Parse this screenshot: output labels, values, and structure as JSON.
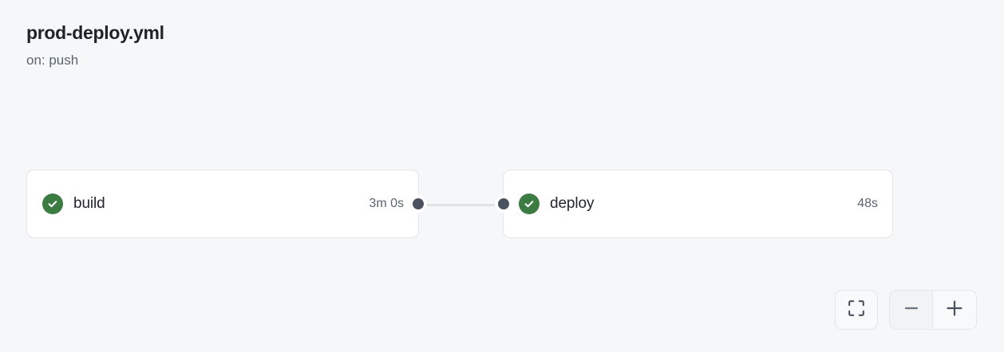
{
  "header": {
    "title": "prod-deploy.yml",
    "trigger": "on: push"
  },
  "graph": {
    "nodes": [
      {
        "id": "build",
        "label": "build",
        "duration": "3m 0s",
        "status": "success",
        "status_icon": "check-circle-icon",
        "status_color": "#3c7c42"
      },
      {
        "id": "deploy",
        "label": "deploy",
        "duration": "48s",
        "status": "success",
        "status_icon": "check-circle-icon",
        "status_color": "#3c7c42"
      }
    ],
    "edges": [
      {
        "from": "build",
        "to": "deploy"
      }
    ]
  },
  "controls": {
    "fit_view": {
      "icon": "fit-view-icon",
      "label": "Fit view"
    },
    "zoom_out": {
      "icon": "minus-icon",
      "label": "Zoom out"
    },
    "zoom_in": {
      "icon": "plus-icon",
      "label": "Zoom in"
    }
  },
  "colors": {
    "background": "#f6f7f9",
    "node_background": "#ffffff",
    "node_border": "#e3e6ea",
    "success_green": "#3c7c42",
    "handle": "#4a5260",
    "edge": "#dfe2e6",
    "text_primary": "#1f2329",
    "text_muted": "#5a6472"
  }
}
